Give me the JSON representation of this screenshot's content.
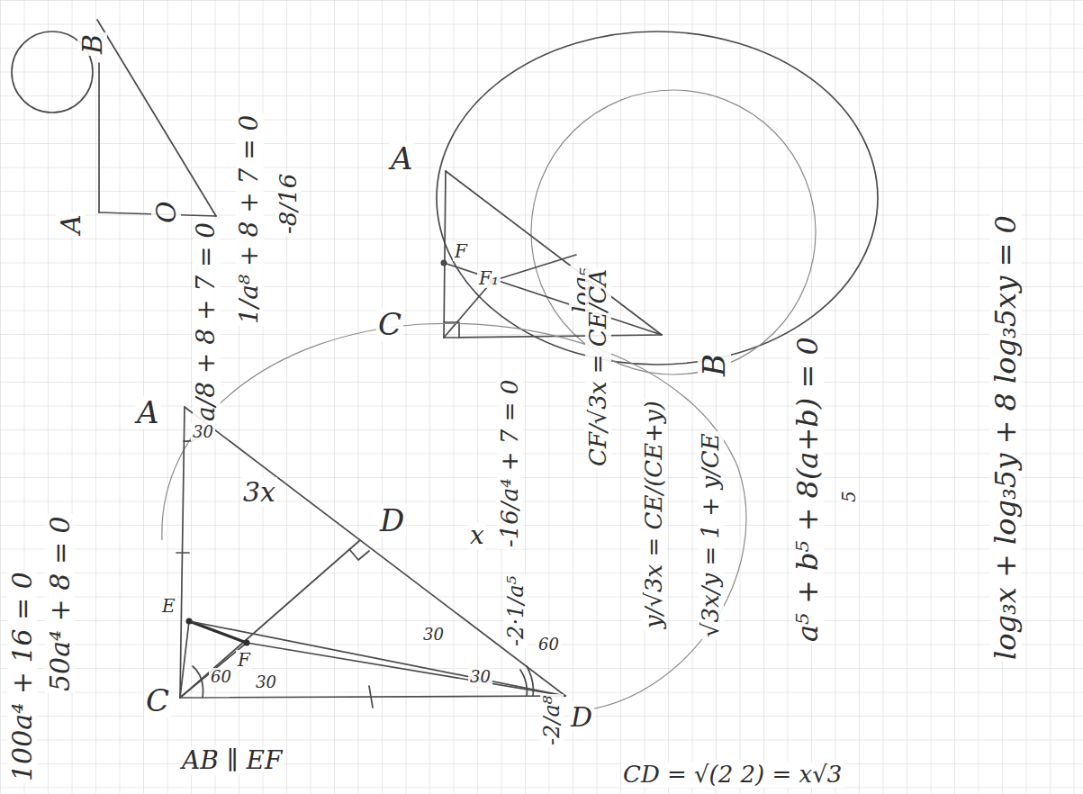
{
  "diagram": {
    "labels": [
      "B",
      "A",
      "O",
      "a/8 + 8 + 7 = 0",
      "1/a⁸ + 8 + 7 = 0",
      "-8/16",
      "A",
      "F",
      "F₁",
      "C",
      "B",
      "log₅",
      "-16/a⁴ + 7 = 0",
      "-2·1/a⁵",
      "-2/a⁸",
      "CF/√3x = CE/CA",
      "y/√3x = CE/(CE+y)",
      "√3x/y = 1 + y/CE",
      "a⁵ + b⁵ + 8(a+b) = 0",
      "5",
      "log₃x + log₃5y + 8 log₃5xy = 0",
      "100a⁴ + 16 = 0",
      "50a⁴ + 8 = 0",
      "A",
      "30",
      "3x",
      "D",
      "x",
      "E",
      "F",
      "C",
      "60",
      "30",
      "30",
      "30",
      "60",
      "D",
      "AB ∥ EF",
      "CD = √(2 2) = x√3"
    ]
  }
}
